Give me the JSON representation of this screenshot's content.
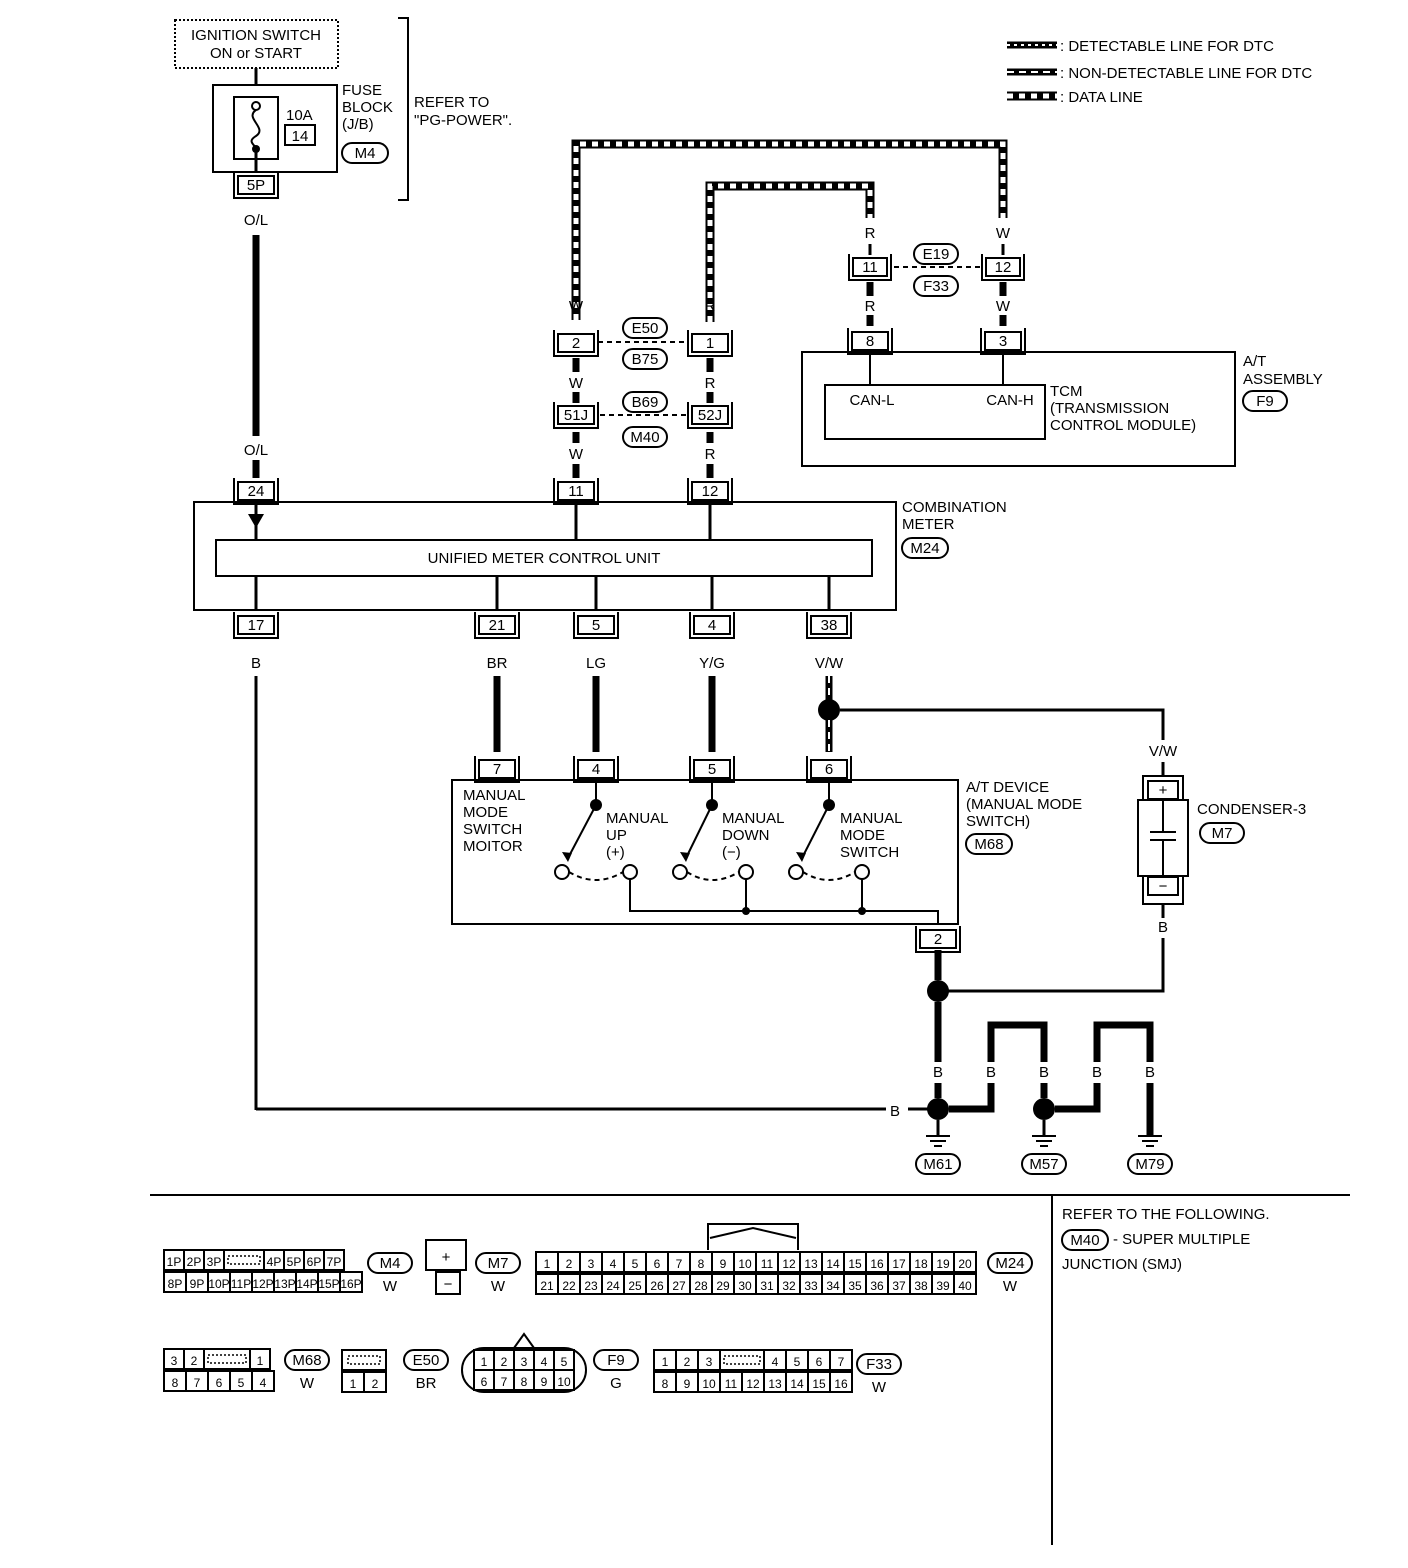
{
  "legend": {
    "detectable": ": DETECTABLE LINE FOR DTC",
    "non_detectable": ": NON-DETECTABLE LINE FOR DTC",
    "data_line": ": DATA LINE"
  },
  "ignition": {
    "line1": "IGNITION SWITCH",
    "line2": "ON or START"
  },
  "fuse_block": {
    "label_lines": [
      "FUSE",
      "BLOCK",
      "(J/B)"
    ],
    "connector": "M4",
    "amp": "10A",
    "fuse_no": "14",
    "terminal": "5P"
  },
  "refer": {
    "line1": "REFER TO",
    "line2": "\"PG-POWER\"."
  },
  "wires": {
    "o_l": "O/L",
    "w": "W",
    "r": "R",
    "b": "B",
    "br": "BR",
    "lg": "LG",
    "yg": "Y/G",
    "vw": "V/W"
  },
  "joints": {
    "e50": "E50",
    "b75": "B75",
    "b69": "B69",
    "m40": "M40",
    "e19": "E19",
    "f33": "F33",
    "t2": "2",
    "t1": "1",
    "t51j": "51J",
    "t52j": "52J",
    "t11": "11",
    "t12": "12"
  },
  "tcm": {
    "t8": "8",
    "t3": "3",
    "can_l": "CAN-L",
    "can_h": "CAN-H",
    "name_lines": [
      "TCM",
      "(TRANSMISSION",
      "CONTROL MODULE)"
    ],
    "assembly_lines": [
      "A/T",
      "ASSEMBLY"
    ],
    "connector": "F9"
  },
  "meter": {
    "name_lines": [
      "COMBINATION",
      "METER"
    ],
    "connector": "M24",
    "unit": "UNIFIED METER CONTROL UNIT",
    "top_terminals": [
      "24",
      "11",
      "12"
    ],
    "bottom_terminals": [
      "17",
      "21",
      "5",
      "4",
      "38"
    ]
  },
  "device": {
    "name_lines": [
      "A/T DEVICE",
      "(MANUAL MODE",
      "SWITCH)"
    ],
    "connector": "M68",
    "terminals": [
      "7",
      "4",
      "5",
      "6"
    ],
    "gnd_terminal": "2",
    "monitor_lines": [
      "MANUAL",
      "MODE",
      "SWITCH",
      "MOITOR"
    ],
    "up_lines": [
      "MANUAL",
      "UP",
      "(+)"
    ],
    "down_lines": [
      "MANUAL",
      "DOWN",
      "(−)"
    ],
    "mode_lines": [
      "MANUAL",
      "MODE",
      "SWITCH"
    ]
  },
  "condenser": {
    "name": "CONDENSER-3",
    "connector": "M7",
    "plus": "+",
    "minus": "−"
  },
  "grounds": [
    "M61",
    "M57",
    "M79"
  ],
  "bottom": {
    "refer_line1": "REFER TO THE FOLLOWING.",
    "refer_conn": "M40",
    "refer_line2": "- SUPER MULTIPLE",
    "refer_line3": "JUNCTION (SMJ)"
  },
  "connector_views": {
    "m4": {
      "label": "M4",
      "color": "W",
      "top": [
        "1P",
        "2P",
        "3P",
        "",
        "4P",
        "5P",
        "6P",
        "7P"
      ],
      "bottom": [
        "8P",
        "9P",
        "10P",
        "11P",
        "12P",
        "13P",
        "14P",
        "15P",
        "16P"
      ]
    },
    "m7": {
      "label": "M7",
      "color": "W",
      "plus": "+",
      "minus": "−"
    },
    "m24": {
      "label": "M24",
      "color": "W",
      "top": [
        "1",
        "2",
        "3",
        "4",
        "5",
        "6",
        "7",
        "8",
        "9",
        "10",
        "11",
        "12",
        "13",
        "14",
        "15",
        "16",
        "17",
        "18",
        "19",
        "20"
      ],
      "bottom": [
        "21",
        "22",
        "23",
        "24",
        "25",
        "26",
        "27",
        "28",
        "29",
        "30",
        "31",
        "32",
        "33",
        "34",
        "35",
        "36",
        "37",
        "38",
        "39",
        "40"
      ]
    },
    "m68": {
      "label": "M68",
      "color": "W",
      "top": [
        "3",
        "2",
        "",
        "1"
      ],
      "bottom": [
        "8",
        "7",
        "6",
        "5",
        "4"
      ]
    },
    "e50": {
      "label": "E50",
      "color": "BR",
      "bottom": [
        "1",
        "2"
      ]
    },
    "f9": {
      "label": "F9",
      "color": "G",
      "top": [
        "1",
        "2",
        "3",
        "4",
        "5"
      ],
      "bottom": [
        "6",
        "7",
        "8",
        "9",
        "10"
      ]
    },
    "f33": {
      "label": "F33",
      "color": "W",
      "top": [
        "1",
        "2",
        "3",
        "",
        "4",
        "5",
        "6",
        "7"
      ],
      "bottom": [
        "8",
        "9",
        "10",
        "11",
        "12",
        "13",
        "14",
        "15",
        "16"
      ]
    }
  }
}
